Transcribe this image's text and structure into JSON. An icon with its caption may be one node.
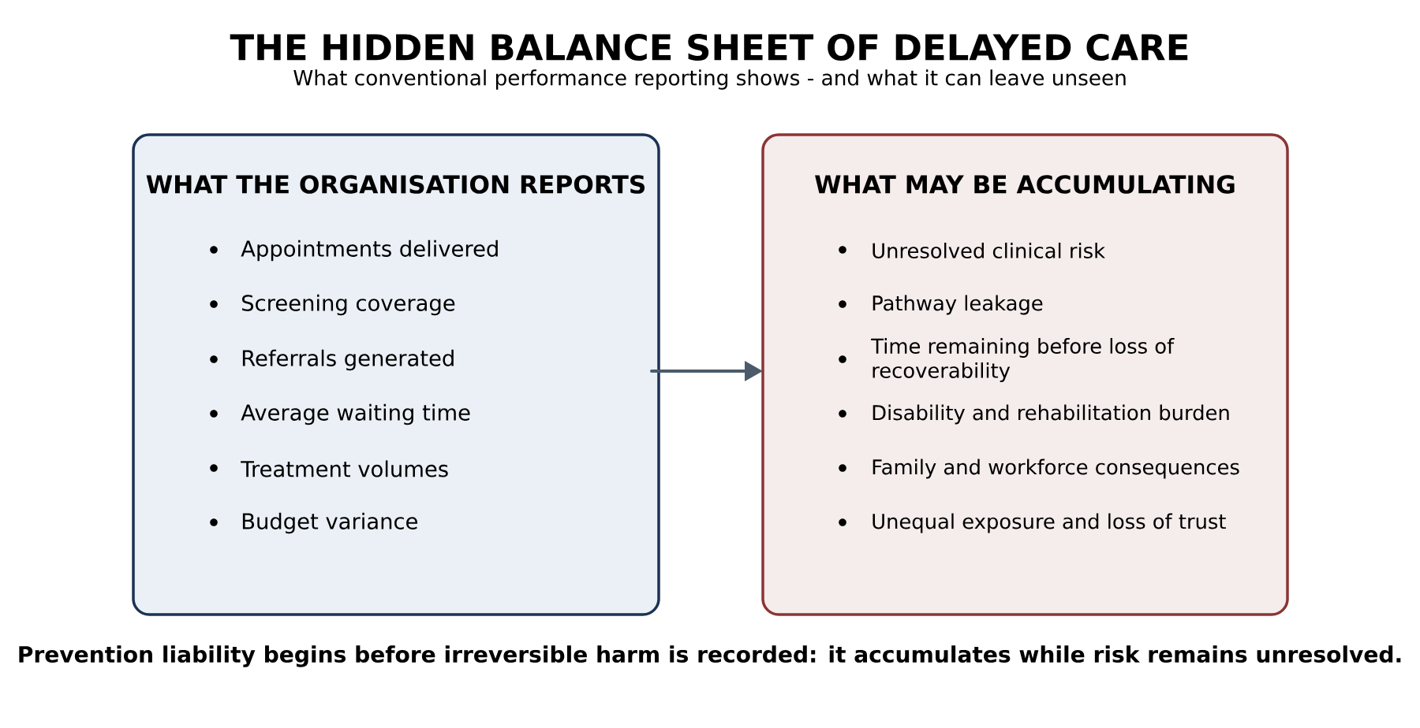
{
  "diagram": {
    "title": "THE HIDDEN BALANCE SHEET OF DELAYED CARE",
    "caption": "Prevention liability begins before irreversible harm is recorded: it accumulates while risk remains unresolved.",
    "nodes": [
      {
        "text": [
          "WHAT THE ORGANISATION REPORTS",
          "Appointments delivered",
          "Screening coverage",
          "Referrals generated",
          "Average waiting time",
          "Treatment volumes",
          "Budget variance"
        ]
      },
      {
        "text": [
          "WHAT MAY BE ACCUMULATING",
          "Unresolved clinical risk",
          "Pathway leakage",
          "Time remaining before loss of recoverability",
          "Disability and rehabilitation burden",
          "Family and workforce consequences",
          "Unequal exposure and loss of trust"
        ]
      }
    ],
    "edges": [
      {
        "from": 0,
        "to": 1,
        "arrow": "to"
      }
    ],
    "labels": [
      "What conventional performance reporting shows - and what it can leave unseen"
    ]
  }
}
